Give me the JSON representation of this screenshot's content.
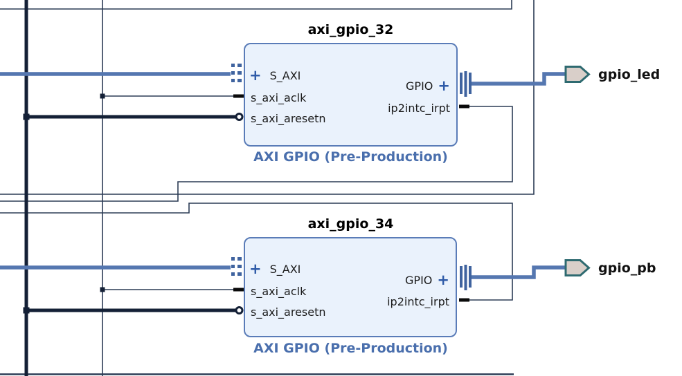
{
  "palette": {
    "wire-thin": "#2b3b55",
    "wire-dark": "#142036",
    "wire-blue": "#5577b0",
    "marker-blue": "#3f639f",
    "block-fill": "#eaf2fc",
    "block-border": "#5a7cb8",
    "caption-color": "#4a6fad",
    "port-text": "#1b1b1b",
    "plus-color": "#2f5ba8",
    "title-color": "#000000",
    "ext-fill": "#d9cfc9",
    "ext-border": "#2e6a70",
    "ext-label": "#111111"
  },
  "icons": {
    "plus": "+"
  },
  "blocks": [
    {
      "title": "axi_gpio_32",
      "caption": "AXI GPIO (Pre-Production)",
      "left_ports": {
        "s_axi": "S_AXI",
        "aclk": "s_axi_aclk",
        "aresetn": "s_axi_aresetn"
      },
      "right_ports": {
        "gpio": "GPIO",
        "irpt": "ip2intc_irpt"
      }
    },
    {
      "title": "axi_gpio_34",
      "caption": "AXI GPIO (Pre-Production)",
      "left_ports": {
        "s_axi": "S_AXI",
        "aclk": "s_axi_aclk",
        "aresetn": "s_axi_aresetn"
      },
      "right_ports": {
        "gpio": "GPIO",
        "irpt": "ip2intc_irpt"
      }
    }
  ],
  "external_ports": [
    {
      "label": "gpio_led"
    },
    {
      "label": "gpio_pb"
    }
  ]
}
